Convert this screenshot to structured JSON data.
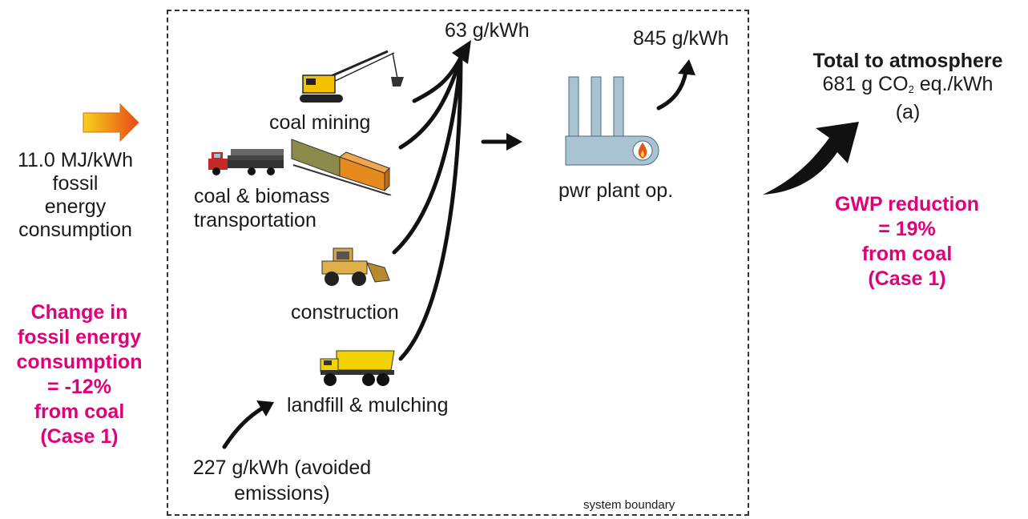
{
  "left": {
    "energy_value": "11.0 MJ/kWh",
    "energy_line2": "fossil",
    "energy_line3": "energy",
    "energy_line4": "consumption",
    "change_lines": [
      "Change in",
      "fossil energy",
      "consumption",
      "= -12%",
      "from coal",
      "(Case 1)"
    ]
  },
  "boundary": {
    "label": "system boundary"
  },
  "stages": {
    "coal_mining": "coal mining",
    "transport_line1": "coal & biomass",
    "transport_line2": "transportation",
    "construction": "construction",
    "landfill": "landfill & mulching",
    "plant": "pwr plant op."
  },
  "emissions": {
    "upstream": "63 g/kWh",
    "plant": "845 g/kWh",
    "avoided_line1": "227 g/kWh (avoided",
    "avoided_line2": "emissions)"
  },
  "right": {
    "total_title": "Total to atmosphere",
    "total_value_prefix": "681 g CO",
    "total_value_sub": "2",
    "total_value_suffix": " eq./kWh",
    "case_tag": "(a)",
    "gwp_lines": [
      "GWP reduction",
      "= 19%",
      "from coal",
      "(Case 1)"
    ]
  },
  "colors": {
    "highlight": "#e0007a",
    "plant_fill": "#a9c3d3",
    "input_arrow_start": "#f8d21a",
    "input_arrow_end": "#e64a19"
  },
  "icons": {
    "mining": "dragline-excavator-icon",
    "truck": "flatbed-truck-icon",
    "train": "locomotive-icon",
    "construction": "wheel-loader-icon",
    "landfill": "dump-truck-icon",
    "plant": "power-plant-icon",
    "input": "energy-input-arrow-icon"
  }
}
